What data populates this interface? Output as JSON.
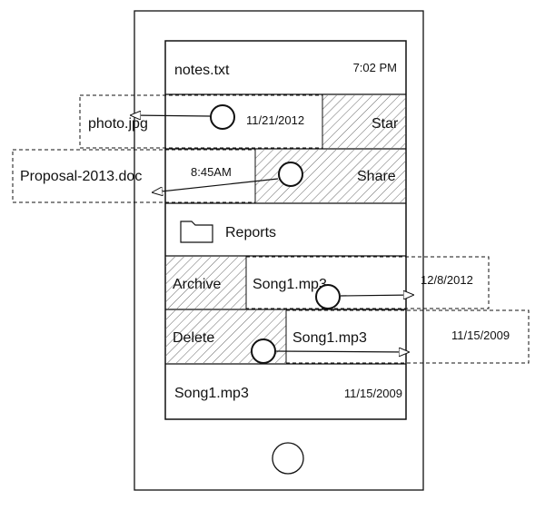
{
  "rows": [
    {
      "kind": "file",
      "name": "notes.txt",
      "meta": "7:02 PM"
    },
    {
      "kind": "swipe-left",
      "name": "photo.jpg",
      "meta": "11/21/2012",
      "action": "Star"
    },
    {
      "kind": "swipe-left",
      "name": "Proposal-2013.doc",
      "meta": "8:45AM",
      "action": "Share"
    },
    {
      "kind": "folder",
      "name": "Reports",
      "icon": "folder-icon"
    },
    {
      "kind": "swipe-right",
      "name": "Song1.mp3",
      "meta": "12/8/2012",
      "action": "Archive"
    },
    {
      "kind": "swipe-right",
      "name": "Song1.mp3",
      "meta": "11/15/2009",
      "action": "Delete"
    },
    {
      "kind": "file",
      "name": "Song1.mp3",
      "meta": "11/15/2009"
    }
  ],
  "device": {
    "home_button": "home-button"
  }
}
